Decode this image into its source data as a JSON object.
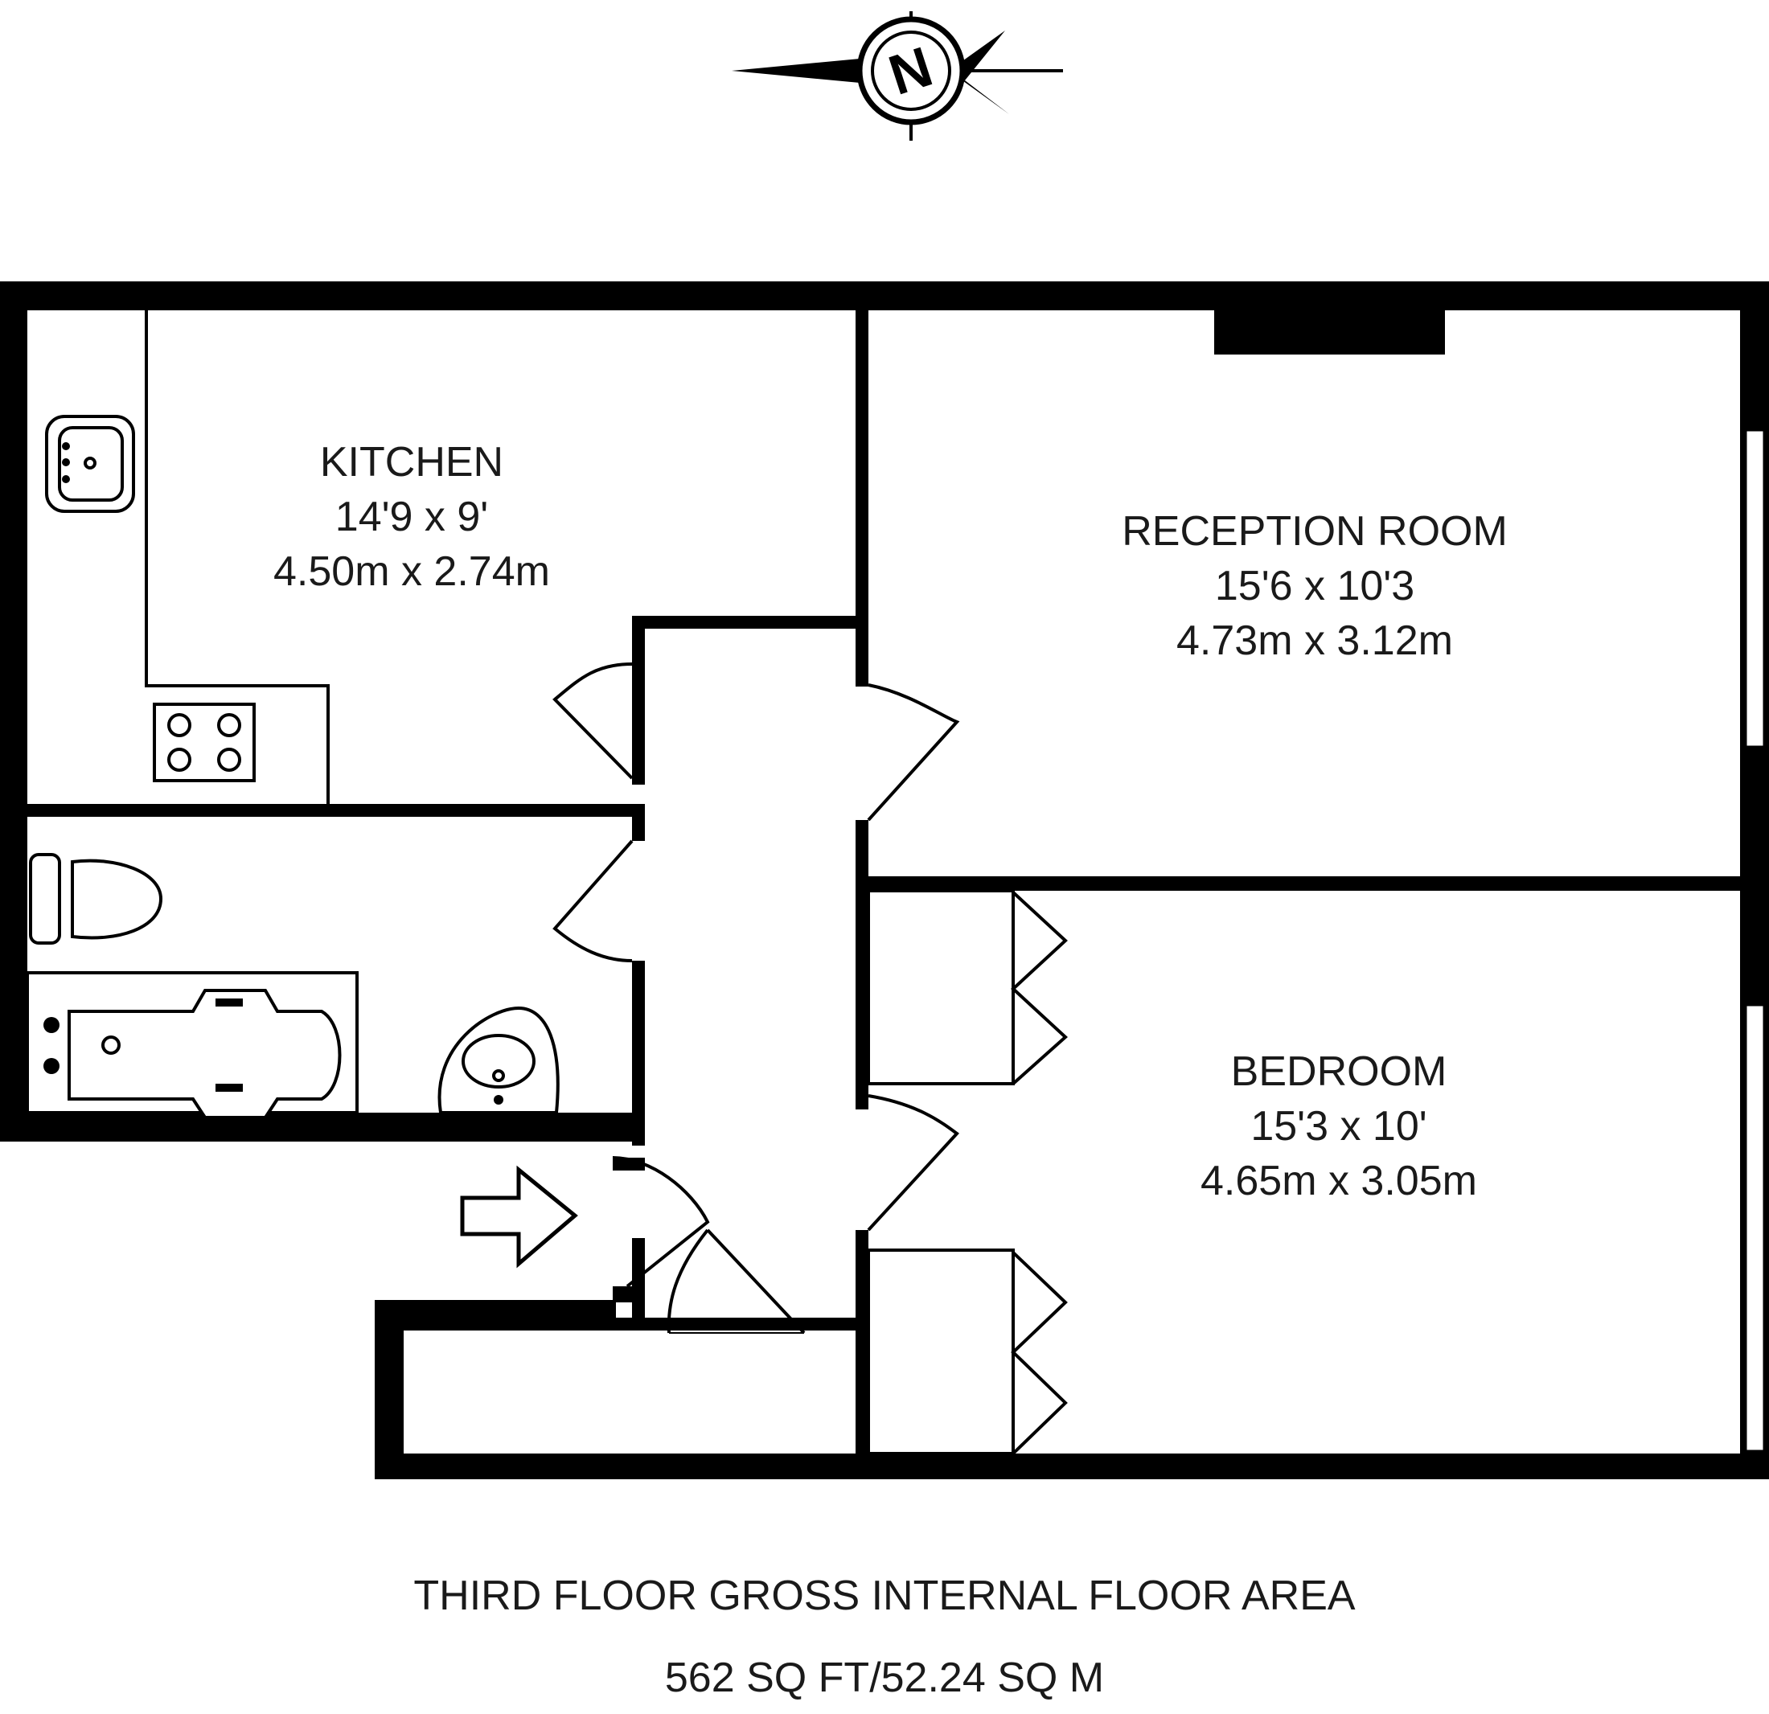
{
  "compass": {
    "letter": "N"
  },
  "rooms": [
    {
      "id": "kitchen",
      "name": "KITCHEN",
      "imperial": "14'9 x 9'",
      "metric": "4.50m x 2.74m"
    },
    {
      "id": "reception-room",
      "name": "RECEPTION ROOM",
      "imperial": "15'6 x 10'3",
      "metric": "4.73m x 3.12m"
    },
    {
      "id": "bedroom",
      "name": "BEDROOM",
      "imperial": "15'3 x 10'",
      "metric": "4.65m x 3.05m"
    }
  ],
  "footer": {
    "title": "THIRD FLOOR GROSS INTERNAL FLOOR AREA",
    "area": "562 SQ FT/52.24 SQ M"
  },
  "colors": {
    "wall": "#000000",
    "background": "#ffffff",
    "text": "#1a1a1a"
  }
}
